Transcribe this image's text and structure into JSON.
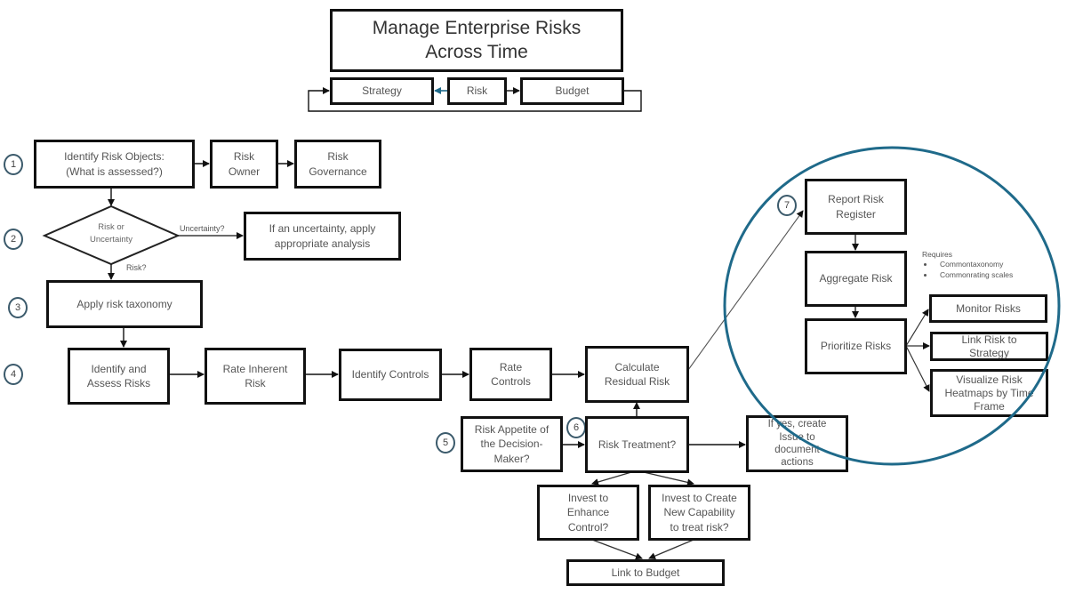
{
  "title": {
    "line1": "Manage Enterprise Risks",
    "line2": "Across Time"
  },
  "cycle": {
    "strategy": "Strategy",
    "risk": "Risk",
    "budget": "Budget"
  },
  "colors": {
    "accent_circle": "#1f6a8a",
    "marker_border": "#3b5a6b",
    "line": "#222222"
  },
  "steps": {
    "s1": "1",
    "s2": "2",
    "s3": "3",
    "s4": "4",
    "s5": "5",
    "s6": "6",
    "s7": "7"
  },
  "nodes": {
    "identify_objects_l1": "Identify Risk Objects:",
    "identify_objects_l2": "(What is assessed?)",
    "risk_owner_l1": "Risk",
    "risk_owner_l2": "Owner",
    "risk_gov_l1": "Risk",
    "risk_gov_l2": "Governance",
    "decision_l1": "Risk or",
    "decision_l2": "Uncertainty",
    "uncertainty_edge": "Uncertainty?",
    "risk_edge": "Risk?",
    "uncertainty_box_l1": "If an uncertainty, apply",
    "uncertainty_box_l2": "appropriate analysis",
    "taxonomy": "Apply risk taxonomy",
    "identify_assess_l1": "Identify and",
    "identify_assess_l2": "Assess Risks",
    "rate_inherent_l1": "Rate Inherent",
    "rate_inherent_l2": "Risk",
    "identify_controls": "Identify Controls",
    "rate_controls_l1": "Rate",
    "rate_controls_l2": "Controls",
    "residual_l1": "Calculate",
    "residual_l2": "Residual Risk",
    "appetite_l1": "Risk Appetite of",
    "appetite_l2": "the Decision-",
    "appetite_l3": "Maker?",
    "treatment": "Risk Treatment?",
    "issue_l1": "If yes, create",
    "issue_l2": "Issue to",
    "issue_l3": "document",
    "issue_l4": "actions",
    "enhance_l1": "Invest to",
    "enhance_l2": "Enhance",
    "enhance_l3": "Control?",
    "create_l1": "Invest to Create",
    "create_l2": "New Capability",
    "create_l3": "to treat risk?",
    "link_budget": "Link to Budget",
    "report_l1": "Report Risk",
    "report_l2": "Register",
    "aggregate": "Aggregate Risk",
    "prioritize": "Prioritize Risks",
    "monitor": "Monitor Risks",
    "link_strategy_l1": "Link Risk to",
    "link_strategy_l2": "Strategy",
    "visualize_l1": "Visualize Risk",
    "visualize_l2": "Heatmaps by Time",
    "visualize_l3": "Frame"
  },
  "requires_note": {
    "heading": "Requires",
    "items": [
      "Commontaxonomy",
      "Commonrating scales"
    ]
  }
}
